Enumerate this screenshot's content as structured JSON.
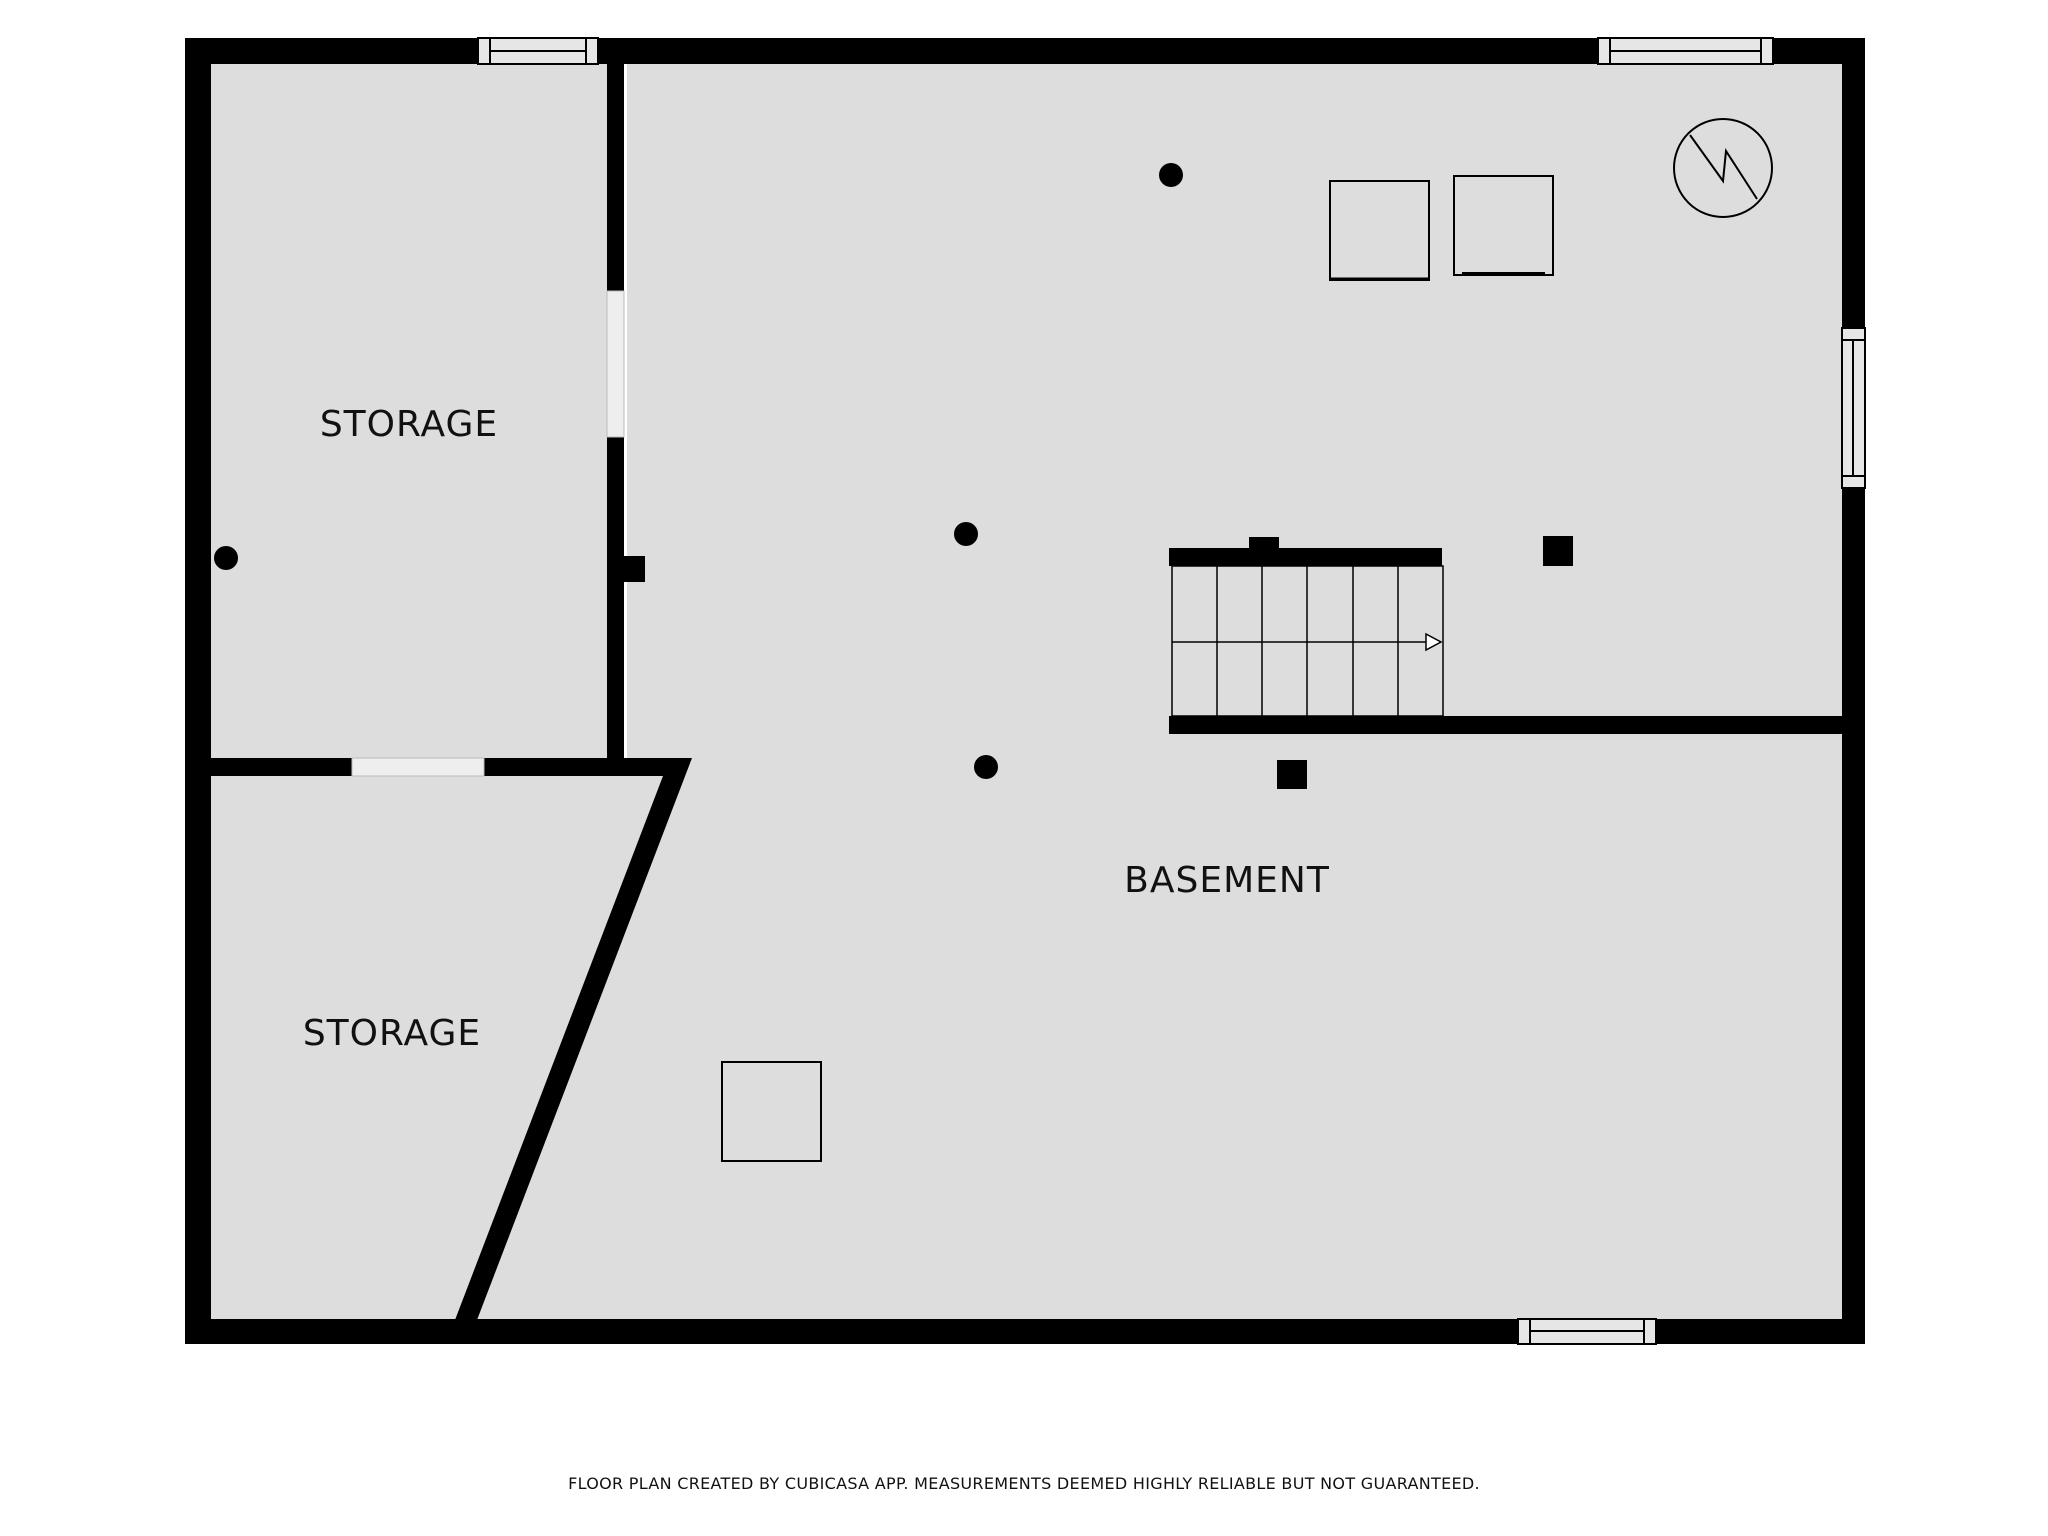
{
  "floor_plan": {
    "rooms": [
      {
        "id": "storage-upper",
        "label": "STORAGE"
      },
      {
        "id": "storage-lower",
        "label": "STORAGE"
      },
      {
        "id": "basement",
        "label": "BASEMENT"
      }
    ],
    "colors": {
      "floor": "#dddddd",
      "wall": "#000000",
      "window_frame": "#e6e6e6",
      "background": "#ffffff"
    },
    "icons": [
      "water-heater-icon",
      "staircase-icon",
      "column-icon",
      "appliance-box-icon"
    ]
  },
  "footer": {
    "disclaimer": "FLOOR PLAN CREATED BY CUBICASA APP. MEASUREMENTS DEEMED HIGHLY RELIABLE BUT NOT GUARANTEED."
  }
}
